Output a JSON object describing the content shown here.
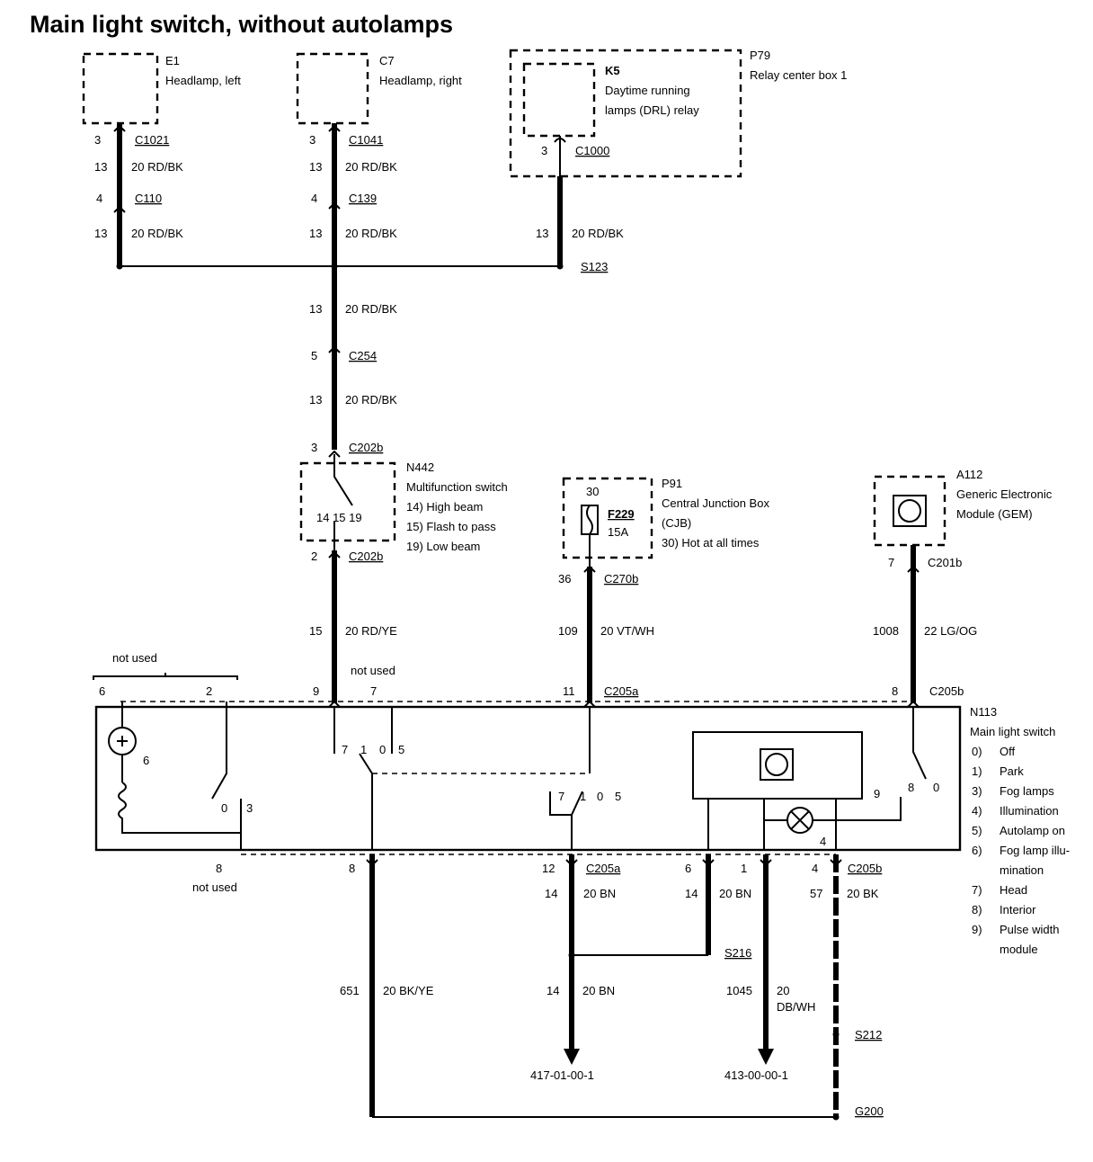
{
  "title": "Main light switch, without autolamps",
  "components": {
    "e1": {
      "id": "E1",
      "name": "Headlamp, left"
    },
    "c7": {
      "id": "C7",
      "name": "Headlamp, right"
    },
    "k5": {
      "id": "K5",
      "name1": "Daytime running",
      "name2": "lamps (DRL) relay"
    },
    "p79": {
      "id": "P79",
      "name": "Relay center box 1"
    },
    "n442": {
      "id": "N442",
      "name": "Multifunction switch",
      "items": [
        "14)  High beam",
        "15)  Flash to pass",
        "19)  Low beam"
      ],
      "pins": "14  15  19"
    },
    "p91": {
      "id": "P91",
      "name1": "Central Junction Box",
      "name2": "(CJB)",
      "note": "30)  Hot at all times"
    },
    "f229": {
      "id": "F229",
      "rating": "15A",
      "pin": "30"
    },
    "a112": {
      "id": "A112",
      "name1": "Generic Electronic",
      "name2": "Module (GEM)"
    },
    "n113": {
      "id": "N113",
      "name": "Main light switch",
      "items": [
        {
          "n": "0)",
          "t": "Off"
        },
        {
          "n": "1)",
          "t": "Park"
        },
        {
          "n": "3)",
          "t": "Fog lamps"
        },
        {
          "n": "4)",
          "t": "Illumination"
        },
        {
          "n": "5)",
          "t": "Autolamp on"
        },
        {
          "n": "6)",
          "t": "Fog lamp illu-"
        },
        {
          "n": "",
          "t": "mination"
        },
        {
          "n": "7)",
          "t": "Head"
        },
        {
          "n": "8)",
          "t": "Interior"
        },
        {
          "n": "9)",
          "t": "Pulse width"
        },
        {
          "n": "",
          "t": "module"
        }
      ]
    }
  },
  "connectors": {
    "c1021": "C1021",
    "c1041": "C1041",
    "c1000": "C1000",
    "c110": "C110",
    "c139": "C139",
    "c254": "C254",
    "c202b_top": "C202b",
    "c202b_bot": "C202b",
    "c270b": "C270b",
    "c201b": "C201b",
    "c205a_top": "C205a",
    "c205b_top": "C205b",
    "c205a_bot": "C205a",
    "c205b_bot": "C205b"
  },
  "splices": {
    "s123": "S123",
    "s216": "S216",
    "s212": "S212",
    "g200": "G200"
  },
  "wires": {
    "w20rdbk": "20 RD/BK",
    "w20rdye": "20 RD/YE",
    "w20vtwh": "20 VT/WH",
    "w22lgog": "22 LG/OG",
    "w20bn": "20 BN",
    "w20bk": "20 BK",
    "w20bkye": "20 BK/YE",
    "w20": "20",
    "wdbwh": "DB/WH"
  },
  "numbers": {
    "p3": "3",
    "p4": "4",
    "p13": "13",
    "p5": "5",
    "p2": "2",
    "p15": "15",
    "p36": "36",
    "p109": "109",
    "p7": "7",
    "p1008": "1008",
    "p6": "6",
    "p9": "9",
    "p11": "11",
    "p8": "8",
    "p12": "12",
    "p14": "14",
    "p1": "1",
    "p57": "57",
    "p651": "651",
    "p1045": "1045",
    "p0": "0",
    "p0b": "0"
  },
  "internal": {
    "n1": "1",
    "n0": "0",
    "n5": "5",
    "n6": "6",
    "n3": "3",
    "n4": "4",
    "n8": "8"
  },
  "notes": {
    "not_used": "not used"
  },
  "refs": {
    "r417": "417-01-00-1",
    "r413": "413-00-00-1"
  }
}
